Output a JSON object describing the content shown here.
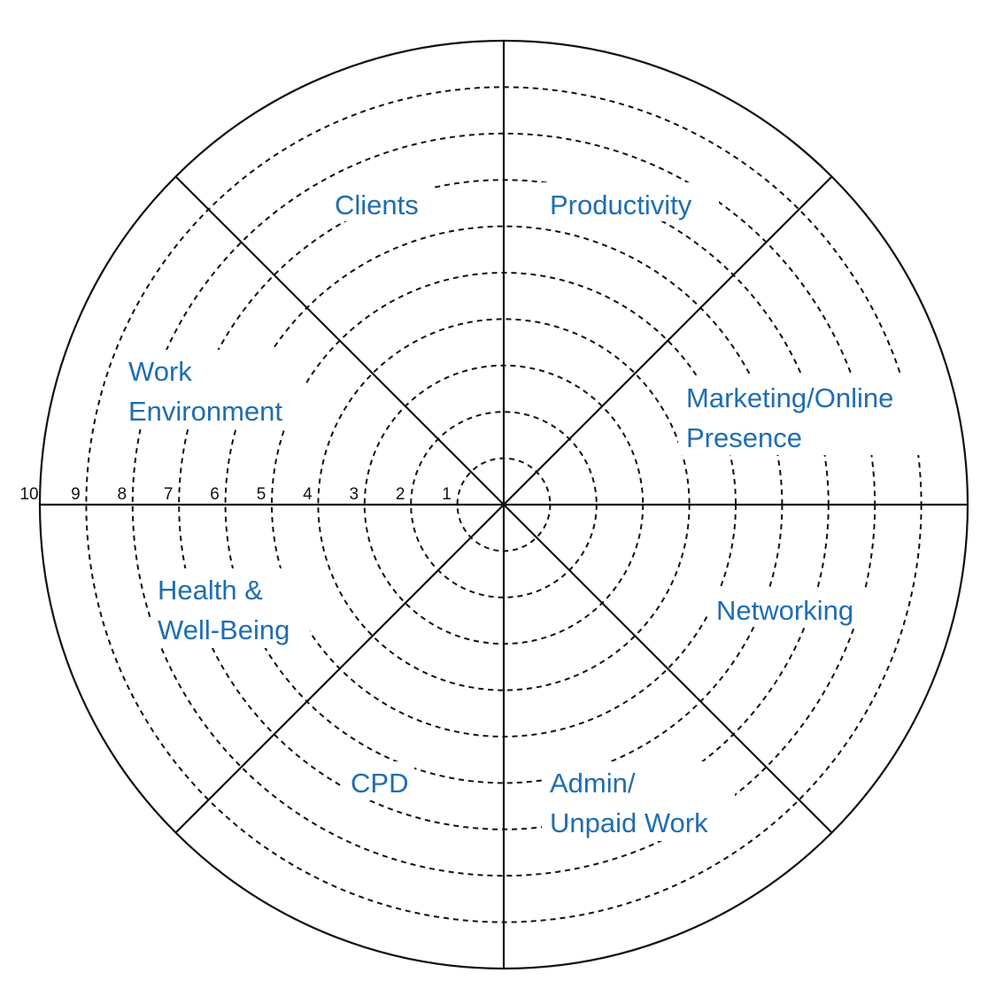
{
  "wheel": {
    "scale_labels": [
      "1",
      "2",
      "3",
      "4",
      "5",
      "6",
      "7",
      "8",
      "9",
      "10"
    ],
    "segments": [
      {
        "lines": [
          "Clients"
        ]
      },
      {
        "lines": [
          "Productivity"
        ]
      },
      {
        "lines": [
          "Marketing/Online",
          "Presence"
        ]
      },
      {
        "lines": [
          "Networking"
        ]
      },
      {
        "lines": [
          "Admin/",
          "Unpaid Work"
        ]
      },
      {
        "lines": [
          "CPD"
        ]
      },
      {
        "lines": [
          "Health &",
          "Well-Being"
        ]
      },
      {
        "lines": [
          "Work",
          "Environment"
        ]
      }
    ],
    "label_color": "#1f6db3"
  }
}
